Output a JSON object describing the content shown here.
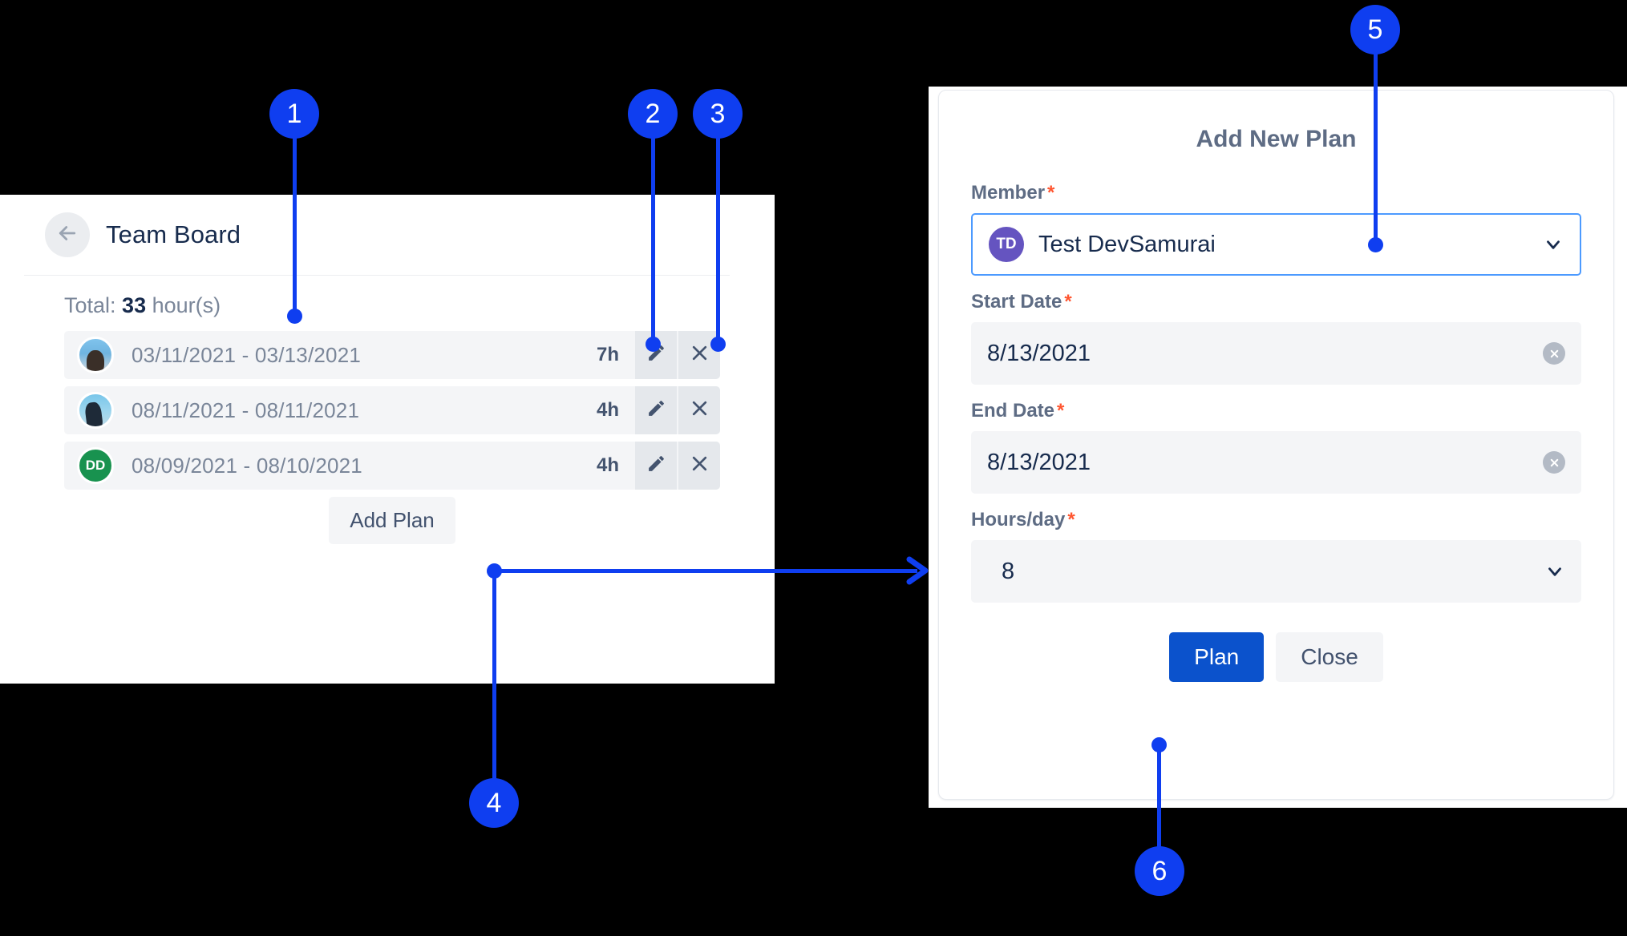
{
  "left_panel": {
    "back_icon": "arrow-left-icon",
    "title": "Team Board",
    "total_prefix": "Total: ",
    "total_value": "33",
    "total_suffix": " hour(s)",
    "rows": [
      {
        "avatar_type": "photo",
        "avatar_initials": "",
        "dates": "03/11/2021 - 03/13/2021",
        "hours": "7h",
        "edit_icon": "pencil-icon",
        "delete_icon": "close-x-icon"
      },
      {
        "avatar_type": "photo",
        "avatar_initials": "",
        "dates": "08/11/2021 - 08/11/2021",
        "hours": "4h",
        "edit_icon": "pencil-icon",
        "delete_icon": "close-x-icon"
      },
      {
        "avatar_type": "initials",
        "avatar_initials": "DD",
        "dates": "08/09/2021 - 08/10/2021",
        "hours": "4h",
        "edit_icon": "pencil-icon",
        "delete_icon": "close-x-icon"
      }
    ],
    "add_plan_label": "Add Plan"
  },
  "right_panel": {
    "title": "Add New Plan",
    "fields": {
      "member": {
        "label": "Member",
        "required_mark": "*",
        "avatar_initials": "TD",
        "value": "Test DevSamurai",
        "chevron_icon": "chevron-down-icon"
      },
      "start_date": {
        "label": "Start Date",
        "required_mark": "*",
        "value": "8/13/2021",
        "clear_icon": "clear-circle-icon"
      },
      "end_date": {
        "label": "End Date",
        "required_mark": "*",
        "value": "8/13/2021",
        "clear_icon": "clear-circle-icon"
      },
      "hours_per_day": {
        "label": "Hours/day",
        "required_mark": "*",
        "value": "8",
        "chevron_icon": "chevron-down-icon"
      }
    },
    "actions": {
      "primary_label": "Plan",
      "secondary_label": "Close"
    }
  },
  "callouts": [
    {
      "number": "1"
    },
    {
      "number": "2"
    },
    {
      "number": "3"
    },
    {
      "number": "4"
    },
    {
      "number": "5"
    },
    {
      "number": "6"
    }
  ],
  "colors": {
    "callout_blue": "#0f3ef0",
    "primary_button": "#0b52cc",
    "focus_border": "#4c9aff",
    "required_red": "#ff5630",
    "member_avatar_purple": "#6554c0",
    "initials_avatar_green": "#18924f",
    "label_gray": "#5e6c84",
    "field_bg": "#f4f5f7",
    "title_navy": "#172b4d"
  }
}
